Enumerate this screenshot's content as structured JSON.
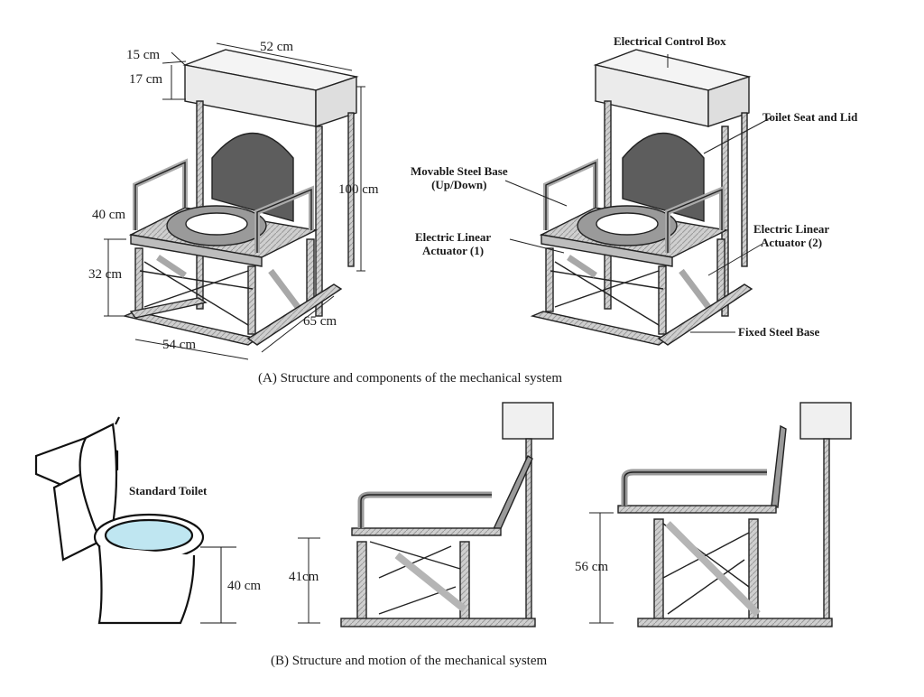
{
  "figure": {
    "panel_a": {
      "caption": "(A) Structure and components of the mechanical system",
      "dimensions": {
        "box_width": "52 cm",
        "box_depth": "15 cm",
        "box_height": "17 cm",
        "total_height": "100 cm",
        "armrest_height": "40 cm",
        "seat_height": "32 cm",
        "base_depth": "65 cm",
        "base_width": "54 cm"
      },
      "components": {
        "control_box": "Electrical Control Box",
        "toilet_seat": "Toilet Seat and Lid",
        "movable_base_line1": "Movable Steel Base",
        "movable_base_line2": "(Up/Down)",
        "actuator1_line1": "Electric Linear",
        "actuator1_line2": "Actuator (1)",
        "actuator2_line1": "Electric Linear",
        "actuator2_line2": "Actuator (2)",
        "fixed_base": "Fixed Steel Base"
      }
    },
    "panel_b": {
      "caption": "(B) Structure and motion of the mechanical system",
      "standard_toilet_label": "Standard Toilet",
      "toilet_height": "40 cm",
      "lowered_height": "41cm",
      "raised_height": "56 cm"
    }
  }
}
